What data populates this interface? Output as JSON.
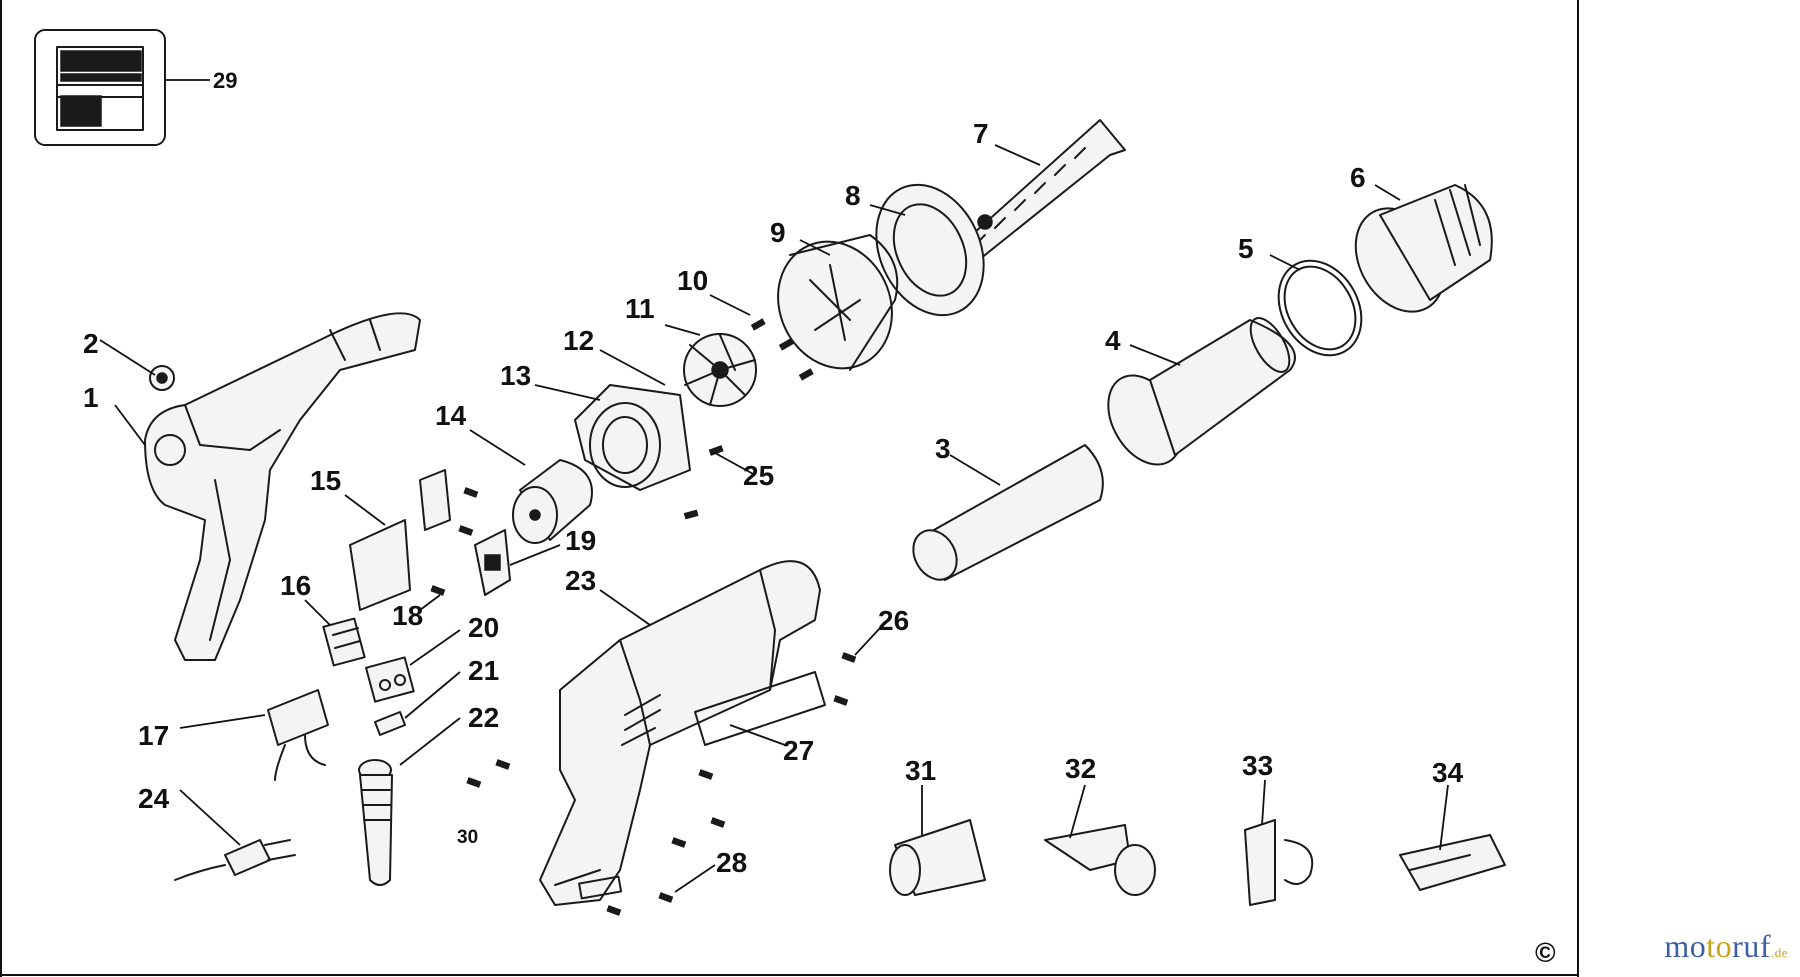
{
  "labels": {
    "p1": "1",
    "p2": "2",
    "p3": "3",
    "p4": "4",
    "p5": "5",
    "p6": "6",
    "p7": "7",
    "p8": "8",
    "p9": "9",
    "p10": "10",
    "p11": "11",
    "p12": "12",
    "p13": "13",
    "p14": "14",
    "p15": "15",
    "p16": "16",
    "p17": "17",
    "p18": "18",
    "p19": "19",
    "p20": "20",
    "p21": "21",
    "p22": "22",
    "p23": "23",
    "p24": "24",
    "p25": "25",
    "p26": "26",
    "p27": "27",
    "p28": "28",
    "p29": "29",
    "p30": "30",
    "p31": "31",
    "p32": "32",
    "p33": "33",
    "p34": "34"
  },
  "copyright": "©",
  "watermark": {
    "m": "mo",
    "t": "to",
    "r": "ruf",
    "suffix": ".de"
  },
  "colors": {
    "wm_blue": "#3a5fa8",
    "wm_gold": "#c8a31a",
    "ink": "#1a1a1a"
  }
}
